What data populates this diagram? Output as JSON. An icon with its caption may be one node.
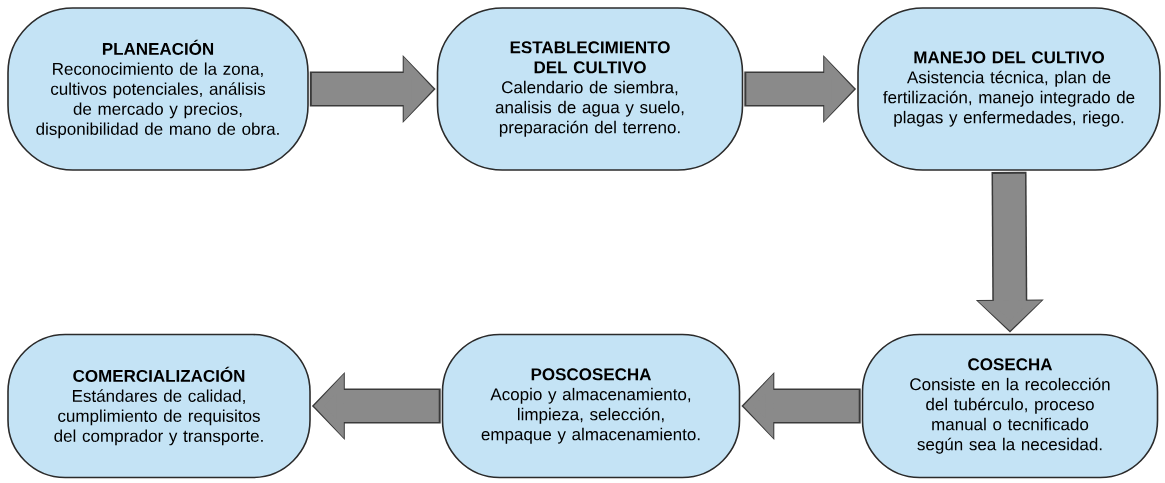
{
  "diagram": {
    "nodes": [
      {
        "text": [
          "PLANEACIÓN",
          "Reconocimiento de la zona, cultivos potenciales, análisis de mercado y precios, disponibilidad de mano de obra."
        ]
      },
      {
        "text": [
          "ESTABLECIMIENTO DEL CULTIVO",
          "Calendario de siembra, analisis de agua y suelo, preparación del terreno."
        ]
      },
      {
        "text": [
          "MANEJO DEL CULTIVO",
          "Asistencia técnica, plan de fertilización, manejo integrado de plagas y enfermedades, riego."
        ]
      },
      {
        "text": [
          "COSECHA",
          "Consiste en la recolección del tubérculo, proceso manual o tecnificado según sea la necesidad."
        ]
      },
      {
        "text": [
          "POSCOSECHA",
          "Acopio y almacenamiento, limpieza, selección, empaque y almacenamiento."
        ]
      },
      {
        "text": [
          "COMERCIALIZACIÓN",
          "Estándares de calidad, cumplimiento de requisitos del comprador y transporte."
        ]
      }
    ],
    "edges": [
      {
        "from": 0,
        "to": 1,
        "arrow": "to"
      },
      {
        "from": 1,
        "to": 2,
        "arrow": "to"
      },
      {
        "from": 2,
        "to": 3,
        "arrow": "to"
      },
      {
        "from": 3,
        "to": 4,
        "arrow": "to"
      },
      {
        "from": 4,
        "to": 5,
        "arrow": "to"
      }
    ]
  }
}
